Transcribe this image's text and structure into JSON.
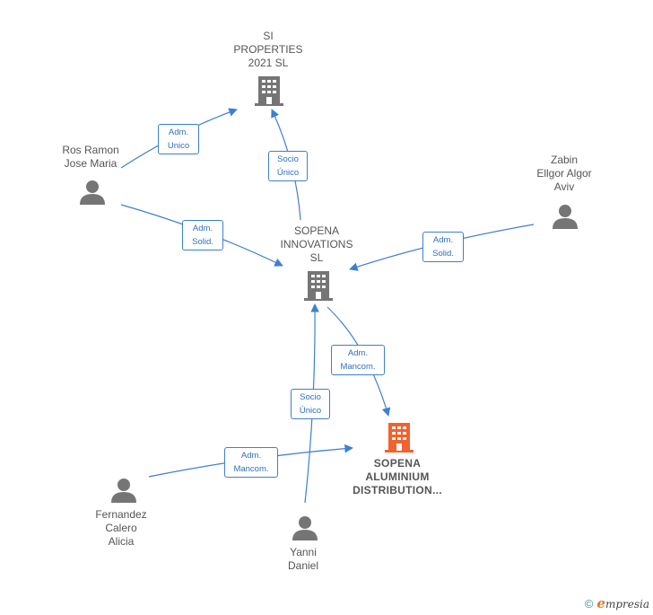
{
  "colors": {
    "edge": "#3d7fd0",
    "company": "#757575",
    "company_highlight": "#f2622d",
    "person": "#757575"
  },
  "nodes": {
    "si_properties": {
      "label": "SI\nPROPERTIES\n2021  SL",
      "icon": "building-icon"
    },
    "sopena_innovations": {
      "label": "SOPENA\nINNOVATIONS\nSL",
      "icon": "building-icon"
    },
    "sopena_aluminium": {
      "label": "SOPENA\nALUMINIUM\nDISTRIBUTION...",
      "icon": "building-icon"
    },
    "ros_ramon": {
      "label": "Ros Ramon\nJose Maria",
      "icon": "person-icon"
    },
    "zabin": {
      "label": "Zabin\nEllgor Algor\nAviv",
      "icon": "person-icon"
    },
    "fernandez": {
      "label": "Fernandez\nCalero\nAlicia",
      "icon": "person-icon"
    },
    "yanni": {
      "label": "Yanni\nDaniel",
      "icon": "person-icon"
    }
  },
  "edges": {
    "ros_to_si": "Adm.\nUnico",
    "innov_to_si": "Socio\nÚnico",
    "ros_to_innov": "Adm.\nSolid.",
    "zabin_to_innov": "Adm.\nSolid.",
    "innov_to_alu": "Adm.\nMancom.",
    "yanni_to_innov": "Socio\nÚnico",
    "fernandez_to_alu": "Adm.\nMancom."
  },
  "footer": {
    "copyright": "©",
    "brand_first": "e",
    "brand_rest": "mpresia"
  }
}
